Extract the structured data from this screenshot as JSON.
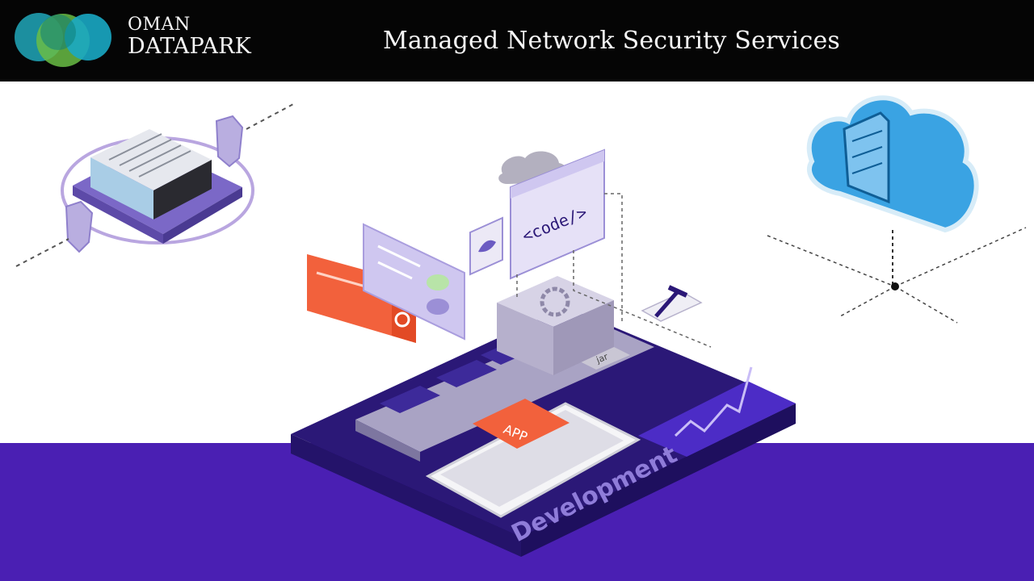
{
  "logo": {
    "line1": "OMAN",
    "line2": "DATAPARK",
    "icon": "overlapping-circles-logo"
  },
  "header": {
    "title": "Managed Network Security Services"
  },
  "illustration": {
    "code_window_text": "<code/>",
    "app_tile_text": "APP",
    "platform_text": "Development",
    "jar_text": "jar",
    "colors": {
      "platform": "#3a1d9a",
      "band": "#4a1fb3",
      "accent_orange": "#f2613c",
      "lavender": "#d9d3f2",
      "cloud_blue": "#3aa3e3"
    }
  }
}
